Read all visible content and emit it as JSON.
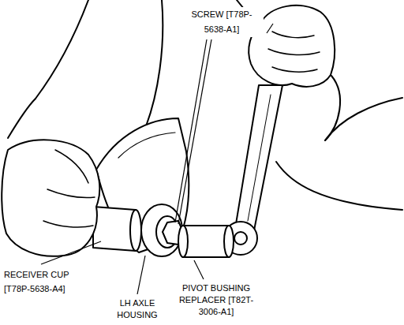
{
  "diagram": {
    "labels": [
      "SCREW [T78P-5638-A1]",
      "RECEIVER CUP [T78P-5638-A4]",
      "LH AXLE HOUSING",
      "PIVOT BUSHING REPLACER [T82T-3006-A1]"
    ]
  }
}
